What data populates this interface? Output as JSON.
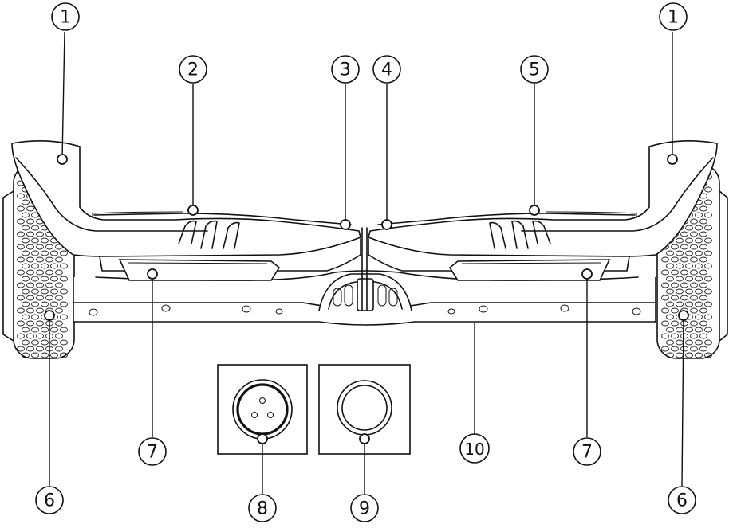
{
  "callouts": [
    {
      "id": "c1-left",
      "label": "1"
    },
    {
      "id": "c1-right",
      "label": "1"
    },
    {
      "id": "c2",
      "label": "2"
    },
    {
      "id": "c3",
      "label": "3"
    },
    {
      "id": "c4",
      "label": "4"
    },
    {
      "id": "c5",
      "label": "5"
    },
    {
      "id": "c6-left",
      "label": "6"
    },
    {
      "id": "c6-right",
      "label": "6"
    },
    {
      "id": "c7-left",
      "label": "7"
    },
    {
      "id": "c7-right",
      "label": "7"
    },
    {
      "id": "c8",
      "label": "8"
    },
    {
      "id": "c9",
      "label": "9"
    },
    {
      "id": "c10",
      "label": "10"
    }
  ]
}
